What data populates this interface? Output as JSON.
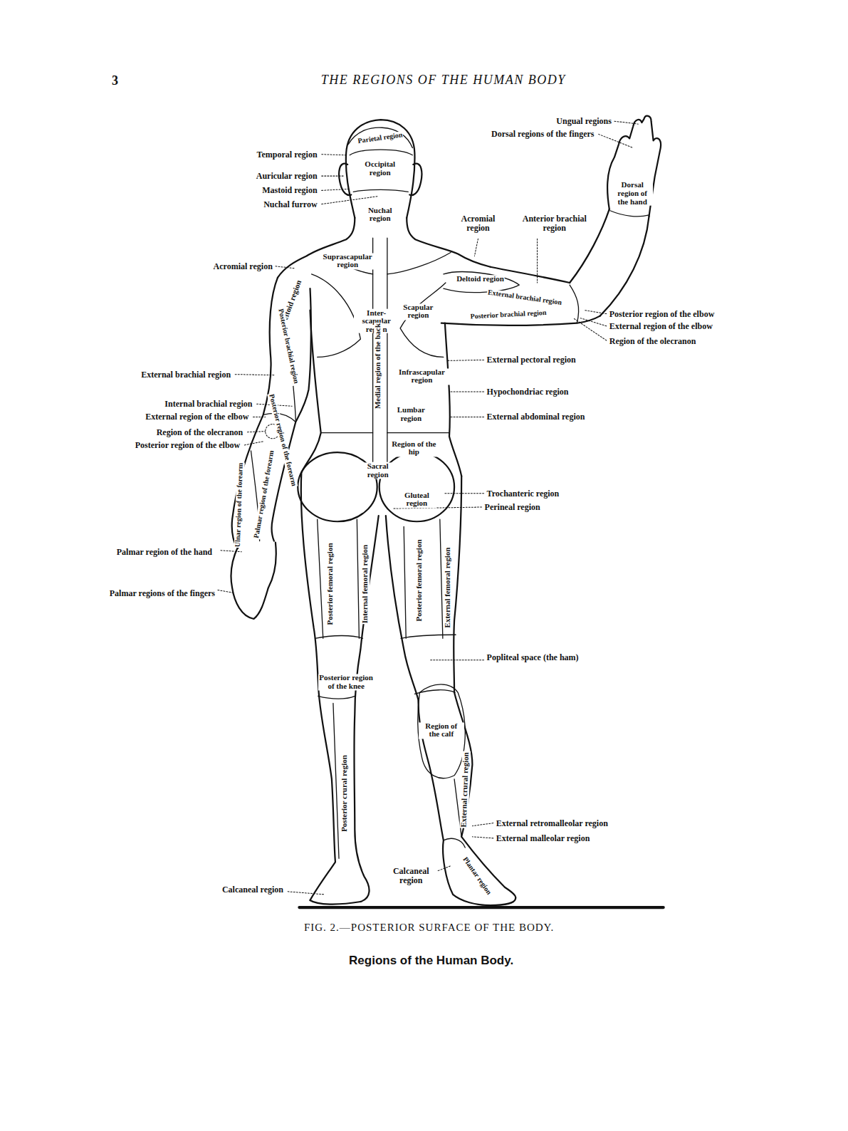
{
  "diagram": {
    "title": "THE REGIONS OF THE HUMAN BODY",
    "caption": "FIG. 2.—POSTERIOR SURFACE OF THE BODY.",
    "labels": [
      "3",
      "Temporal region",
      "Auricular region",
      "Mastoid region",
      "Nuchal furrow",
      "Acromial region",
      "External brachial region",
      "Internal brachial region",
      "External region of the elbow",
      "Region of the olecranon",
      "Posterior region of the elbow",
      "Palmar region of the hand",
      "Palmar regions of the fingers",
      "Calcaneal region",
      "Ungual regions",
      "Dorsal regions of the fingers",
      "Acromial region",
      "Anterior brachial region",
      "Posterior region of the elbow",
      "External region of the elbow",
      "Region of the olecranon",
      "External pectoral region",
      "Hypochondriac region",
      "External abdominal region",
      "Trochanteric region",
      "Perineal region",
      "Popliteal space (the ham)",
      "External retromalleolar region",
      "External malleolar region",
      "Parietal region",
      "Occipital region",
      "Nuchal region",
      "Suprascapular region",
      "Deltoid region",
      "Posterior brachial region",
      "Inter-scapular region",
      "Medial region of the back",
      "Scapular region",
      "Infrascapular region",
      "Lumbar region",
      "Region of the hip",
      "Sacral region",
      "Gluteal region",
      "Deltoid region",
      "External brachial region",
      "Posterior brachial region",
      "Dorsal region of the hand",
      "Posterior region of the forearm",
      "Palmar region of the forearm",
      "Ulnar region of the forearm",
      "Posterior femoral region",
      "Internal femoral region",
      "Posterior femoral region",
      "External femoral region",
      "Posterior region of the knee",
      "Region of the calf",
      "Posterior crural region",
      "External crural region",
      "Calcaneal region",
      "Plantar region",
      "Regions of the Human Body."
    ]
  }
}
